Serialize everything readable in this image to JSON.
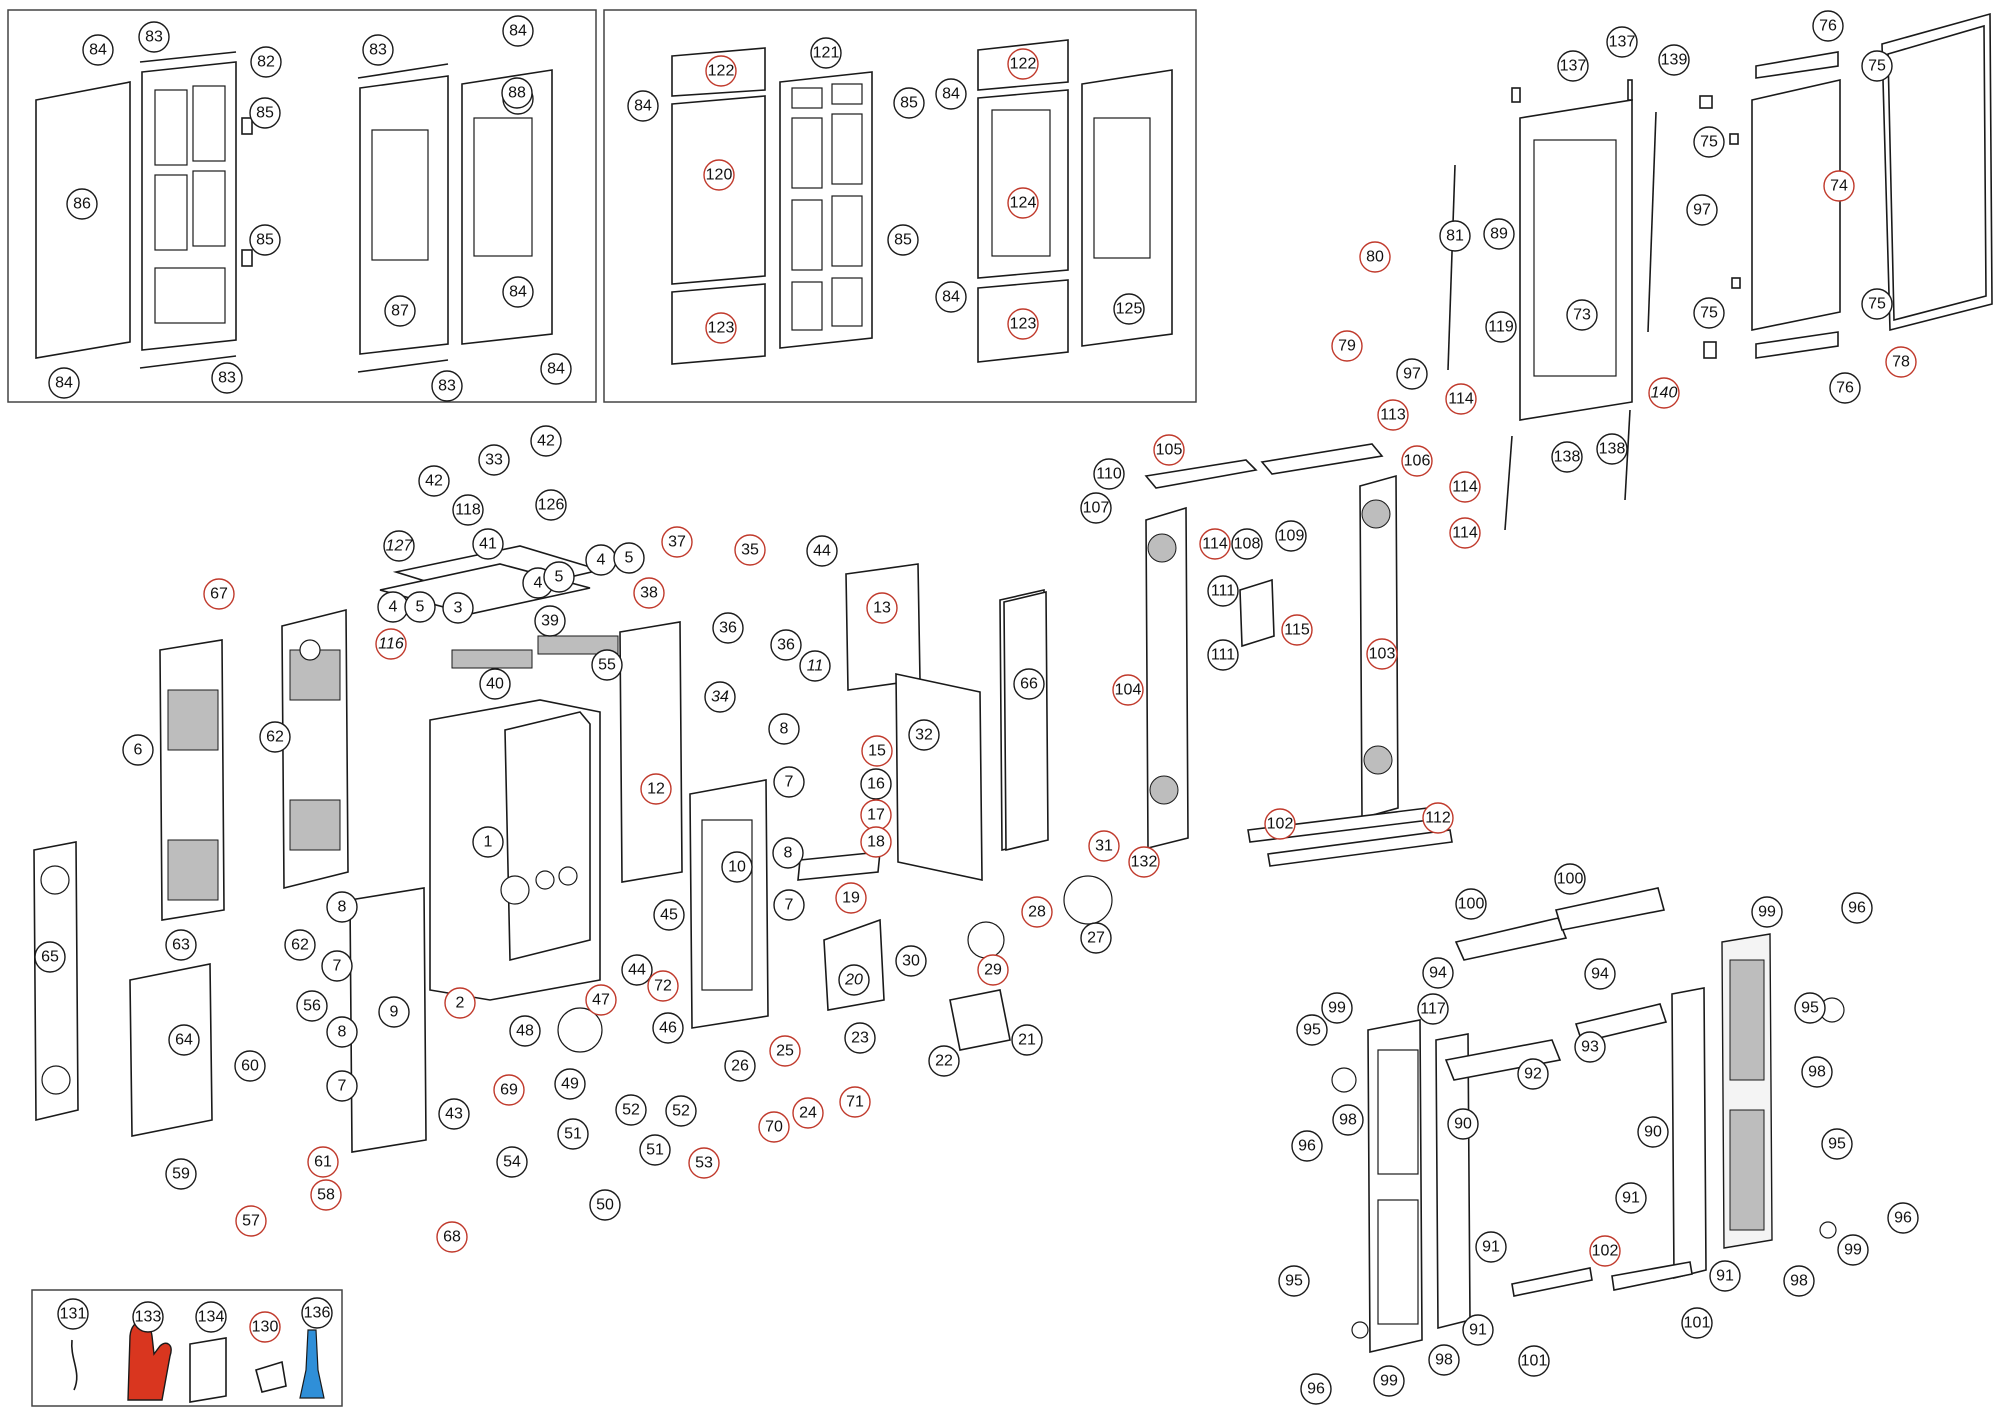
{
  "callouts": [
    {
      "id": "84",
      "red": false
    },
    {
      "id": "83",
      "red": false
    },
    {
      "id": "82",
      "red": false
    },
    {
      "id": "85",
      "red": false
    },
    {
      "id": "86",
      "red": false
    },
    {
      "id": "88",
      "red": false
    },
    {
      "id": "87",
      "red": false
    },
    {
      "id": "122",
      "red": true
    },
    {
      "id": "121",
      "red": false
    },
    {
      "id": "120",
      "red": true
    },
    {
      "id": "123",
      "red": true
    },
    {
      "id": "124",
      "red": true
    },
    {
      "id": "125",
      "red": false
    },
    {
      "id": "137",
      "red": false
    },
    {
      "id": "139",
      "red": false
    },
    {
      "id": "76",
      "red": false
    },
    {
      "id": "75",
      "red": false
    },
    {
      "id": "74",
      "red": true
    },
    {
      "id": "78",
      "red": true
    },
    {
      "id": "97",
      "red": false
    },
    {
      "id": "81",
      "red": false
    },
    {
      "id": "89",
      "red": false
    },
    {
      "id": "80",
      "red": true
    },
    {
      "id": "119",
      "red": false
    },
    {
      "id": "73",
      "red": false
    },
    {
      "id": "79",
      "red": true
    },
    {
      "id": "140",
      "red": true
    },
    {
      "id": "113",
      "red": true
    },
    {
      "id": "105",
      "red": true
    },
    {
      "id": "106",
      "red": true
    },
    {
      "id": "114",
      "red": true
    },
    {
      "id": "138",
      "red": false
    },
    {
      "id": "110",
      "red": false
    },
    {
      "id": "107",
      "red": false
    },
    {
      "id": "108",
      "red": false
    },
    {
      "id": "109",
      "red": false
    },
    {
      "id": "111",
      "red": false
    },
    {
      "id": "115",
      "red": true
    },
    {
      "id": "104",
      "red": true
    },
    {
      "id": "103",
      "red": true
    },
    {
      "id": "102",
      "red": true
    },
    {
      "id": "112",
      "red": true
    },
    {
      "id": "42",
      "red": false
    },
    {
      "id": "33",
      "red": false
    },
    {
      "id": "118",
      "red": false
    },
    {
      "id": "126",
      "red": false
    },
    {
      "id": "127",
      "red": false
    },
    {
      "id": "41",
      "red": false
    },
    {
      "id": "4",
      "red": false
    },
    {
      "id": "5",
      "red": false
    },
    {
      "id": "3",
      "red": false
    },
    {
      "id": "39",
      "red": false
    },
    {
      "id": "37",
      "red": true
    },
    {
      "id": "35",
      "red": true
    },
    {
      "id": "44",
      "red": false
    },
    {
      "id": "38",
      "red": true
    },
    {
      "id": "67",
      "red": true
    },
    {
      "id": "116",
      "red": true
    },
    {
      "id": "40",
      "red": false
    },
    {
      "id": "36",
      "red": false
    },
    {
      "id": "55",
      "red": false
    },
    {
      "id": "34",
      "red": false
    },
    {
      "id": "11",
      "red": false
    },
    {
      "id": "13",
      "red": true
    },
    {
      "id": "6",
      "red": false
    },
    {
      "id": "62",
      "red": false
    },
    {
      "id": "1",
      "red": false
    },
    {
      "id": "12",
      "red": true
    },
    {
      "id": "8",
      "red": false
    },
    {
      "id": "7",
      "red": false
    },
    {
      "id": "15",
      "red": true
    },
    {
      "id": "16",
      "red": false
    },
    {
      "id": "17",
      "red": true
    },
    {
      "id": "18",
      "red": true
    },
    {
      "id": "32",
      "red": false
    },
    {
      "id": "66",
      "red": false
    },
    {
      "id": "10",
      "red": false
    },
    {
      "id": "19",
      "red": true
    },
    {
      "id": "31",
      "red": true
    },
    {
      "id": "132",
      "red": true
    },
    {
      "id": "65",
      "red": false
    },
    {
      "id": "63",
      "red": false
    },
    {
      "id": "9",
      "red": false
    },
    {
      "id": "45",
      "red": false
    },
    {
      "id": "28",
      "red": true
    },
    {
      "id": "27",
      "red": false
    },
    {
      "id": "2",
      "red": true
    },
    {
      "id": "47",
      "red": true
    },
    {
      "id": "72",
      "red": true
    },
    {
      "id": "30",
      "red": false
    },
    {
      "id": "29",
      "red": true
    },
    {
      "id": "20",
      "red": false
    },
    {
      "id": "64",
      "red": false
    },
    {
      "id": "56",
      "red": false
    },
    {
      "id": "48",
      "red": false
    },
    {
      "id": "46",
      "red": false
    },
    {
      "id": "23",
      "red": false
    },
    {
      "id": "22",
      "red": false
    },
    {
      "id": "21",
      "red": false
    },
    {
      "id": "60",
      "red": false
    },
    {
      "id": "26",
      "red": false
    },
    {
      "id": "25",
      "red": true
    },
    {
      "id": "69",
      "red": true
    },
    {
      "id": "49",
      "red": false
    },
    {
      "id": "52",
      "red": false
    },
    {
      "id": "71",
      "red": true
    },
    {
      "id": "70",
      "red": true
    },
    {
      "id": "24",
      "red": true
    },
    {
      "id": "43",
      "red": false
    },
    {
      "id": "51",
      "red": false
    },
    {
      "id": "53",
      "red": true
    },
    {
      "id": "59",
      "red": false
    },
    {
      "id": "61",
      "red": true
    },
    {
      "id": "54",
      "red": false
    },
    {
      "id": "58",
      "red": true
    },
    {
      "id": "50",
      "red": false
    },
    {
      "id": "57",
      "red": true
    },
    {
      "id": "68",
      "red": true
    },
    {
      "id": "131",
      "red": false
    },
    {
      "id": "133",
      "red": false
    },
    {
      "id": "134",
      "red": false
    },
    {
      "id": "130",
      "red": true
    },
    {
      "id": "136",
      "red": false
    },
    {
      "id": "100",
      "red": false
    },
    {
      "id": "99",
      "red": false
    },
    {
      "id": "96",
      "red": false
    },
    {
      "id": "94",
      "red": false
    },
    {
      "id": "95",
      "red": false
    },
    {
      "id": "117",
      "red": false
    },
    {
      "id": "92",
      "red": false
    },
    {
      "id": "93",
      "red": false
    },
    {
      "id": "98",
      "red": false
    },
    {
      "id": "90",
      "red": false
    },
    {
      "id": "91",
      "red": false
    },
    {
      "id": "101",
      "red": false
    }
  ]
}
